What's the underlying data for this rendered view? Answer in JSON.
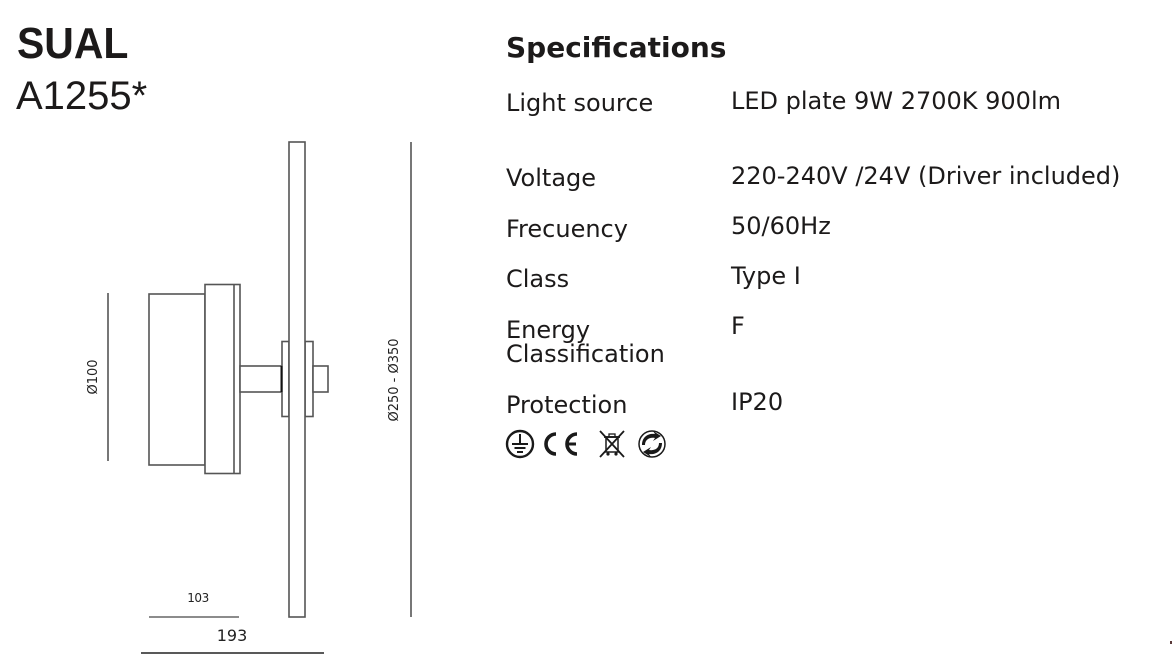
{
  "product": {
    "name": "SUAL",
    "code": "A1255*"
  },
  "drawing": {
    "dimensions": {
      "diameter_body": "Ø100",
      "diameter_disc": "Ø250 - Ø350",
      "depth_body": "103",
      "depth_total": "193"
    }
  },
  "specifications": {
    "title": "Specifications",
    "rows": [
      {
        "label": "Light source",
        "value": "LED plate 9W 2700K 900lm"
      },
      {
        "label": "Voltage",
        "value": "220-240V /24V (Driver included)"
      },
      {
        "label": "Frecuency",
        "value": "50/60Hz"
      },
      {
        "label": "Class",
        "value": "Type I"
      },
      {
        "label": "Energy Classification",
        "label_line1": "Energy",
        "label_line2": "Classification",
        "value": "F"
      },
      {
        "label": "Protection",
        "value": "IP20"
      }
    ],
    "certification_icons": [
      "earth-ground-icon",
      "ce-mark-icon",
      "weee-crossed-bin-icon",
      "green-dot-recycling-icon"
    ]
  },
  "colors": {
    "text": "#1c1a1a",
    "line": "#555555",
    "background": "#ffffff"
  }
}
